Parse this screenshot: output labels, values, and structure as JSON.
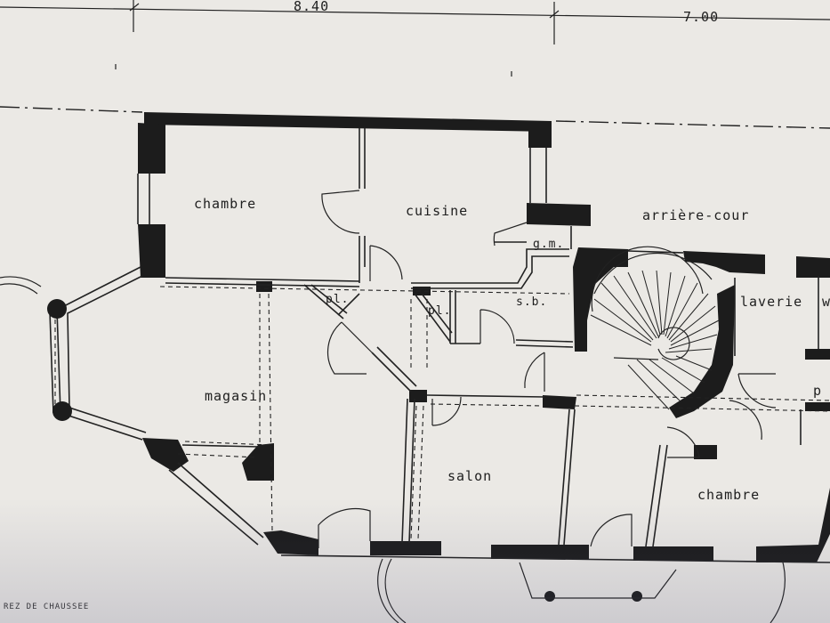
{
  "dimensions": {
    "first": "8.40",
    "second": "7.00"
  },
  "rooms": {
    "chambre_1": "chambre",
    "cuisine": "cuisine",
    "arriere_cour": "arrière-cour",
    "gm": "g.m.",
    "magasin": "magasin",
    "pl_1": "pl.",
    "pl_2": "pl.",
    "sb": "s.b.",
    "laverie": "laverie",
    "salon": "salon",
    "chambre_2": "chambre",
    "partial_w": "w",
    "partial_p": "p"
  },
  "drawing_title": "REZ DE CHAUSSEE"
}
